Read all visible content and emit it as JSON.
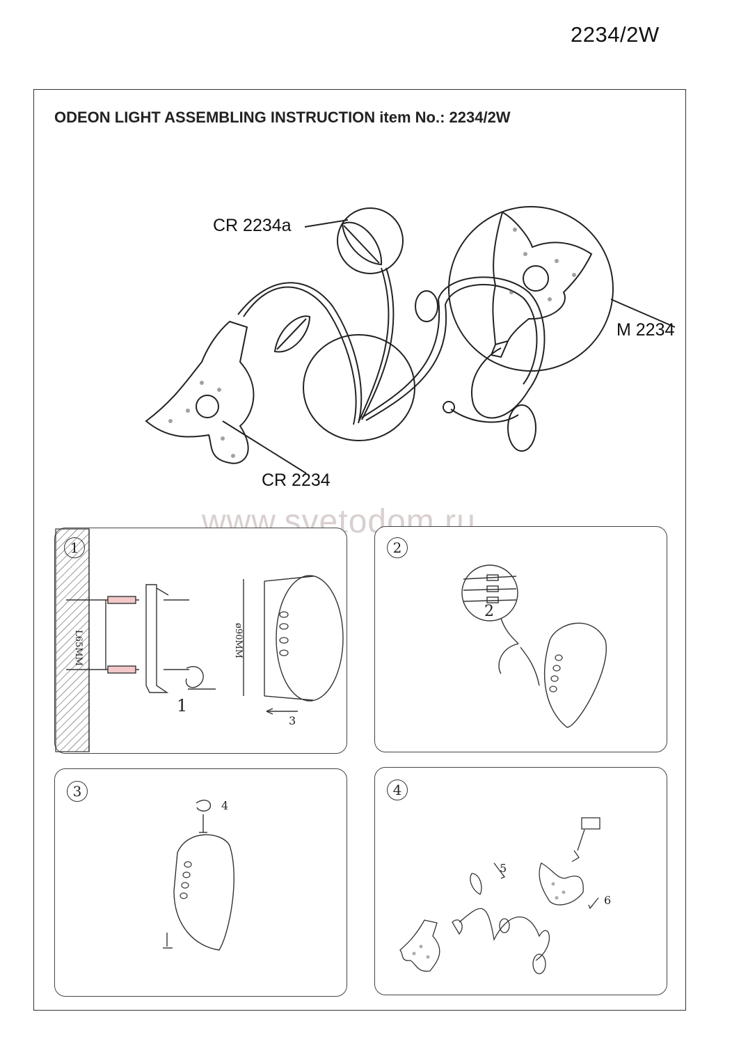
{
  "document": {
    "corner_code": "2234/2W",
    "title": "ODEON LIGHT ASSEMBLING INSTRUCTION item No.: 2234/2W"
  },
  "main_figure": {
    "callouts": {
      "leaf": "CR 2234a",
      "shade_closeup": "M 2234",
      "shade": "CR 2234"
    }
  },
  "watermark": "www.svetodom.ru",
  "steps": [
    {
      "badge": "1",
      "spacing_label": "L65MM",
      "diameter_label": "ø90MM",
      "callouts": [
        "1",
        "3"
      ]
    },
    {
      "badge": "2",
      "callouts": [
        "2"
      ]
    },
    {
      "badge": "3",
      "callouts": [
        "4"
      ]
    },
    {
      "badge": "4",
      "callouts": [
        "5",
        "6"
      ]
    }
  ]
}
